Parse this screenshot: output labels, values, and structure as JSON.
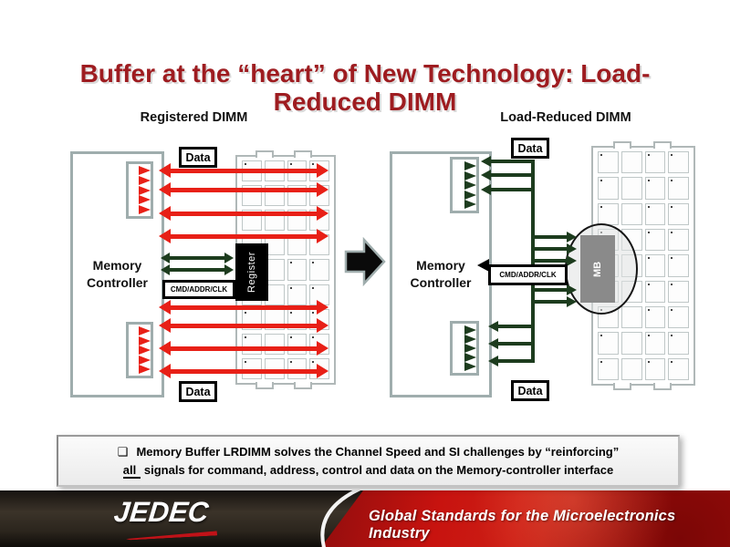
{
  "slide": {
    "title_line1": "Buffer at the “heart” of New Technology: Load-",
    "title_line2": "Reduced DIMM"
  },
  "left_diagram": {
    "heading": "Registered DIMM",
    "controller": "Memory Controller",
    "data_label_top": "Data",
    "data_label_bottom": "Data",
    "cmd_label": "CMD/ADDR/CLK",
    "register_label": "Register"
  },
  "right_diagram": {
    "heading": "Load-Reduced DIMM",
    "controller": "Memory Controller",
    "data_label_top": "Data",
    "data_label_bottom": "Data",
    "cmd_label": "CMD/ADDR/CLK",
    "buffer_label": "MB"
  },
  "callout": {
    "bullet": "❑",
    "line1": "Memory Buffer LRDIMM solves the Channel Speed and SI challenges by “reinforcing”",
    "line2_emph": "all",
    "line2_rest": " signals for command, address, control and data on the Memory-controller interface"
  },
  "footer": {
    "logo_text": "JEDEC",
    "tagline": "Global Standards for the Microelectronics Industry"
  },
  "colors": {
    "title_red": "#9e1c20",
    "arrow_red": "#e82017",
    "arrow_green": "#1d3c1e",
    "footer_red": "#c8130f",
    "mb_gray": "#8a8a8a"
  },
  "modules": {
    "grid_rows": 9,
    "grid_cols": 4
  }
}
